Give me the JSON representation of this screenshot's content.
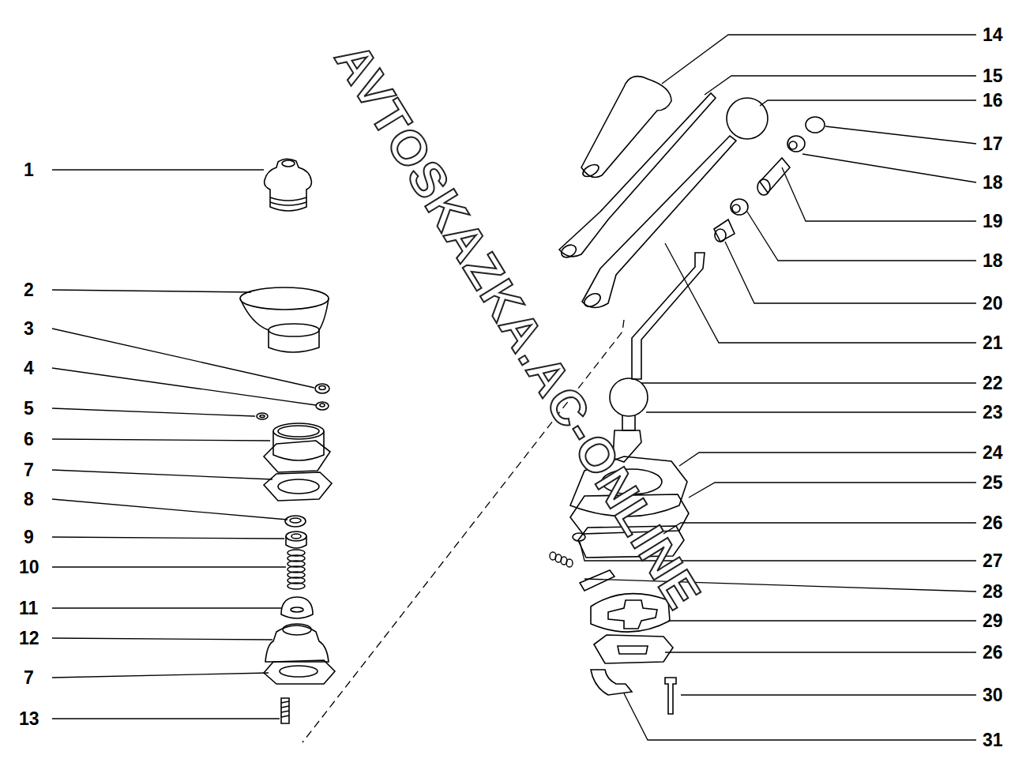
{
  "diagram": {
    "labels": [
      "1",
      "2",
      "3",
      "4",
      "5",
      "6",
      "7",
      "8",
      "9",
      "10",
      "11",
      "12",
      "7",
      "13",
      "14",
      "15",
      "16",
      "17",
      "18",
      "19",
      "18",
      "20",
      "21",
      "22",
      "23",
      "24",
      "25",
      "26",
      "27",
      "28",
      "29",
      "26",
      "30",
      "31",
      "AVTOSKAZKA.AC-ONLINE"
    ]
  }
}
